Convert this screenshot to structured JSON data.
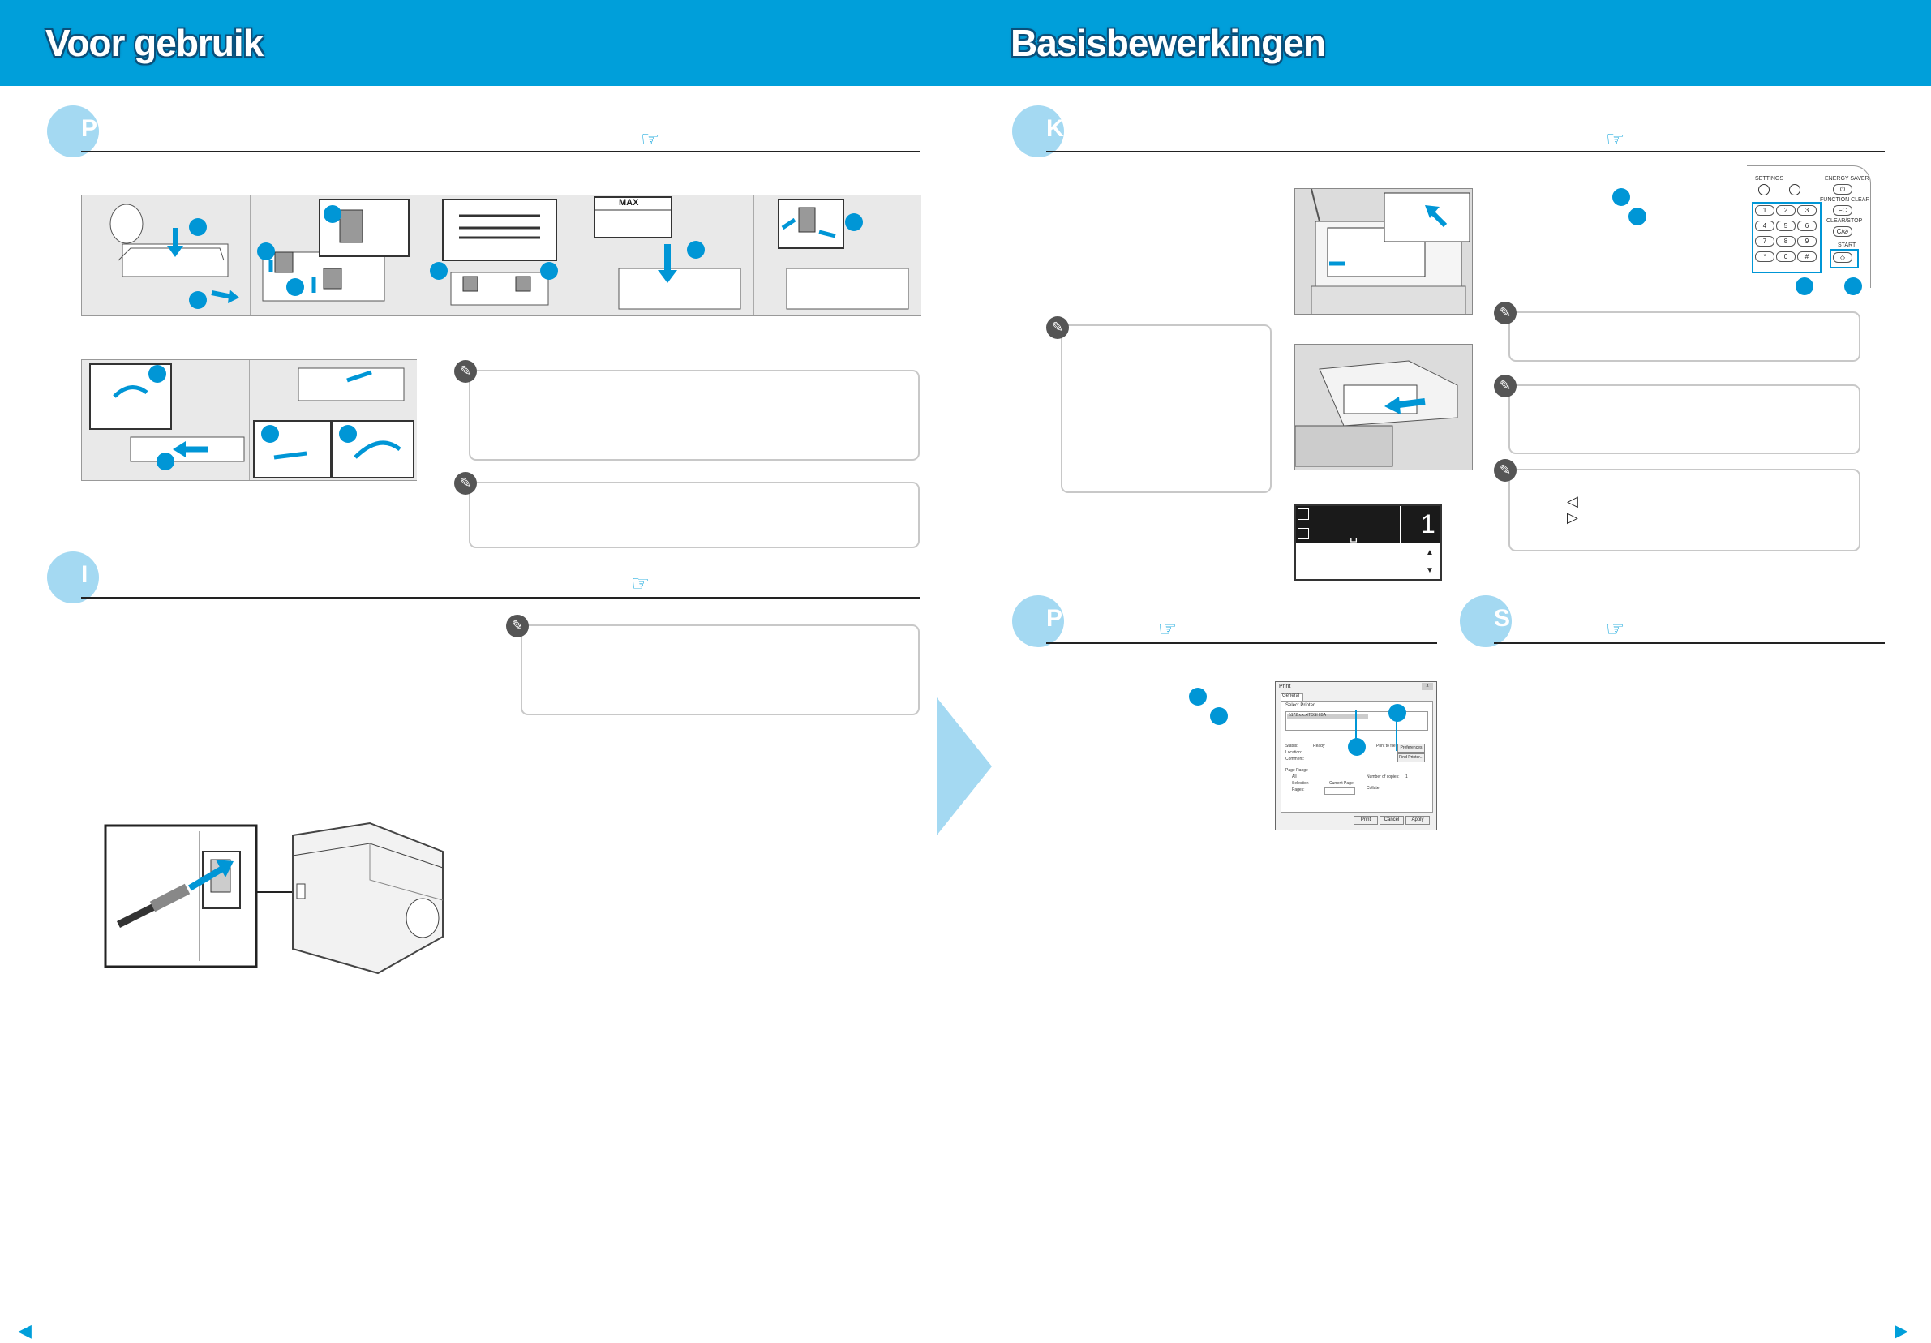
{
  "left_page": {
    "banner_title": "Voor gebruik",
    "sections": [
      {
        "initial": "P",
        "ref_icon": "hand-pointer-icon"
      },
      {
        "initial": "I",
        "ref_icon": "hand-pointer-icon"
      }
    ],
    "tray_labels": {
      "max": "MAX"
    },
    "note_icon": "✎",
    "nav_arrow": "◀"
  },
  "right_page": {
    "banner_title": "Basisbewerkingen",
    "sections": [
      {
        "initial": "K",
        "ref_icon": "hand-pointer-icon"
      },
      {
        "initial": "P",
        "ref_icon": "hand-pointer-icon"
      },
      {
        "initial": "S",
        "ref_icon": "hand-pointer-icon"
      }
    ],
    "control_panel": {
      "settings": "SETTINGS",
      "energy_saver": "ENERGY SAVER",
      "function_clear": "FUNCTION CLEAR",
      "fc": "FC",
      "clear_stop": "CLEAR/STOP",
      "cs": "C/⊘",
      "start": "START",
      "keys": [
        "1",
        "2",
        "3",
        "4",
        "5",
        "6",
        "7",
        "8",
        "9",
        "*",
        "0",
        "#"
      ]
    },
    "lcd": {
      "count": "1",
      "glyph": "␣"
    },
    "arrows_note": {
      "left": "◁",
      "right": "▷"
    },
    "print_dialog": {
      "title": "Print",
      "tab": "General",
      "select_printer": "Select Printer",
      "printer_name": "\\\\172.x.x.x\\TOSHIBA",
      "status_label": "Status:",
      "status_value": "Ready",
      "location_label": "Location:",
      "comment_label": "Comment:",
      "print_to_file": "Print to file",
      "preferences": "Preferences",
      "find_printer": "Find Printer...",
      "page_range": "Page Range",
      "all": "All",
      "selection": "Selection",
      "current_page": "Current Page",
      "pages": "Pages:",
      "copies": "Number of copies:",
      "copies_value": "1",
      "collate": "Collate",
      "print_btn": "Print",
      "cancel_btn": "Cancel",
      "apply_btn": "Apply"
    },
    "nav_arrow": "▶"
  },
  "colors": {
    "brand": "#009fda",
    "circle": "#a4d9f2",
    "dot": "#0096d6"
  }
}
